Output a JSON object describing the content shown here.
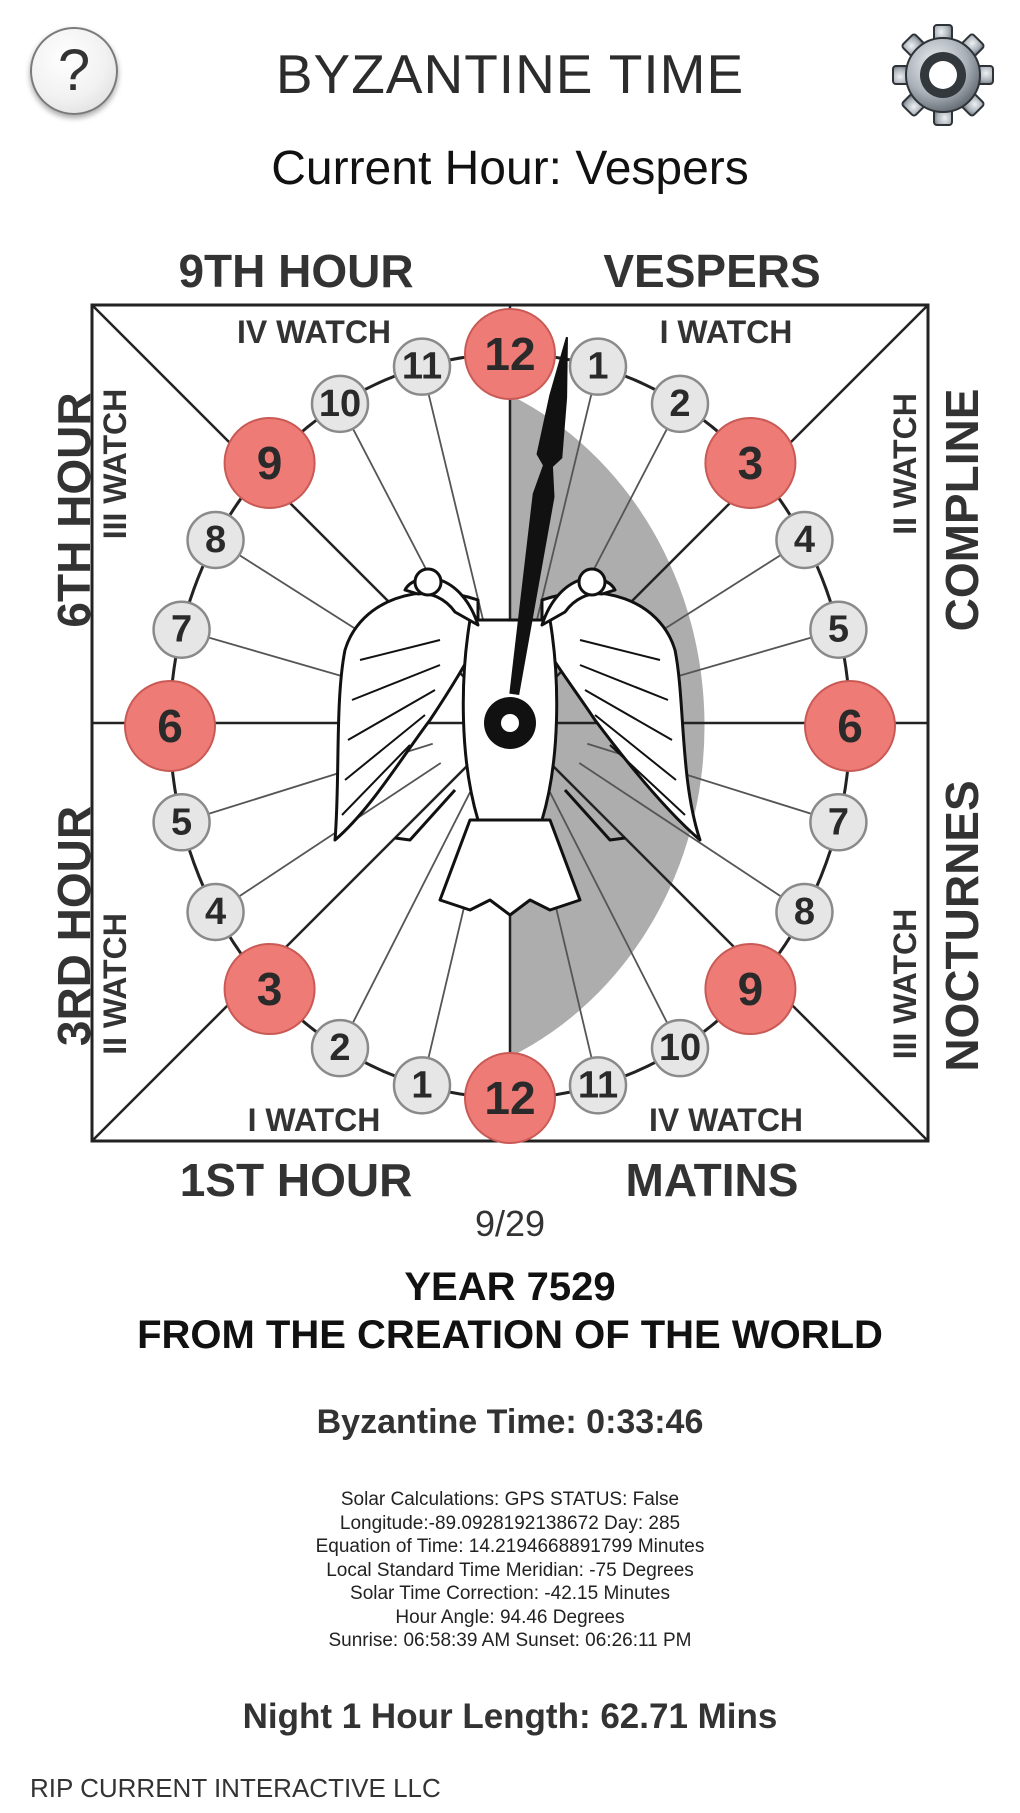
{
  "header": {
    "help_label": "?",
    "title": "BYZANTINE TIME",
    "help_icon": "question-mark-icon",
    "settings_icon": "gear-icon"
  },
  "current_hour": "Current Hour: Vespers",
  "clock": {
    "quadrant_labels": {
      "top_left": "9TH HOUR",
      "top_right": "VESPERS",
      "bottom_left": "1ST HOUR",
      "bottom_right": "MATINS",
      "left_upper": "6TH HOUR",
      "left_lower": "3RD HOUR",
      "right_upper": "COMPLINE",
      "right_lower": "NOCTURNES"
    },
    "watch_labels": {
      "top_left": "IV WATCH",
      "top_right": "I WATCH",
      "bottom_left": "I WATCH",
      "bottom_right": "IV WATCH",
      "left_upper": "III WATCH",
      "left_lower": "II WATCH",
      "right_upper": "II WATCH",
      "right_lower": "III WATCH"
    },
    "hour_markers": [
      {
        "label": "12",
        "major": true
      },
      {
        "label": "1",
        "major": false
      },
      {
        "label": "2",
        "major": false
      },
      {
        "label": "3",
        "major": true
      },
      {
        "label": "4",
        "major": false
      },
      {
        "label": "5",
        "major": false
      },
      {
        "label": "6",
        "major": true
      },
      {
        "label": "7",
        "major": false
      },
      {
        "label": "8",
        "major": false
      },
      {
        "label": "9",
        "major": true
      },
      {
        "label": "10",
        "major": false
      },
      {
        "label": "11",
        "major": false
      },
      {
        "label": "12",
        "major": true
      },
      {
        "label": "1",
        "major": false
      },
      {
        "label": "2",
        "major": false
      },
      {
        "label": "3",
        "major": true
      },
      {
        "label": "4",
        "major": false
      },
      {
        "label": "5",
        "major": false
      },
      {
        "label": "6",
        "major": true
      },
      {
        "label": "7",
        "major": false
      },
      {
        "label": "8",
        "major": false
      },
      {
        "label": "9",
        "major": true
      },
      {
        "label": "10",
        "major": false
      },
      {
        "label": "11",
        "major": false
      }
    ],
    "hand_position_hours": 0.56,
    "center_emblem": "double-headed-eagle-icon",
    "colors": {
      "major_marker": "#ee7b76",
      "minor_marker": "#e6e6e6",
      "night_fill": "#adadad",
      "hand": "#111111"
    }
  },
  "date": "9/29",
  "year": {
    "line1": "YEAR 7529",
    "line2": "FROM THE CREATION OF THE WORLD"
  },
  "byzantine_time": "Byzantine Time: 0:33:46",
  "solar_info": [
    "Solar Calculations: GPS STATUS: False",
    "Longitude:-89.0928192138672 Day: 285",
    "Equation of Time: 14.2194668891799 Minutes",
    "Local Standard Time Meridian: -75 Degrees",
    "Solar Time Correction: -42.15 Minutes",
    "Hour Angle: 94.46 Degrees",
    "Sunrise: 06:58:39 AM Sunset: 06:26:11 PM"
  ],
  "night_hour_length": "Night 1 Hour Length: 62.71 Mins",
  "footer": {
    "company": "RIP CURRENT INTERACTIVE LLC"
  }
}
